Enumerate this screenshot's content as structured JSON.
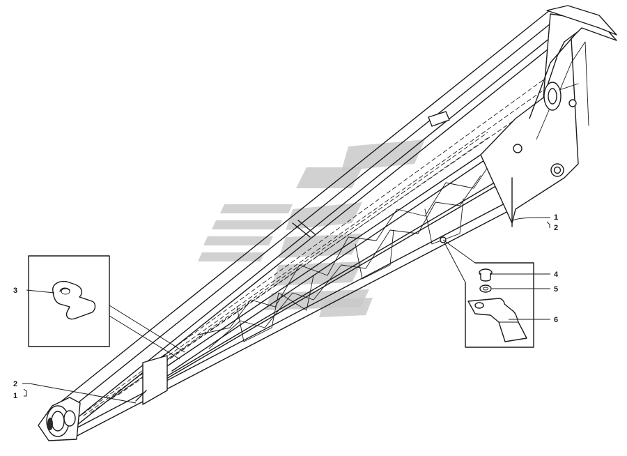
{
  "callouts": {
    "c1_top": "1",
    "c2_top": "2",
    "c3": "3",
    "c4": "4",
    "c5": "5",
    "c6": "6",
    "c2_bottom": "2",
    "c1_bottom": "1"
  },
  "colors": {
    "line": "#1a1a1a",
    "background": "#ffffff",
    "watermark": "#c9c9c9"
  }
}
